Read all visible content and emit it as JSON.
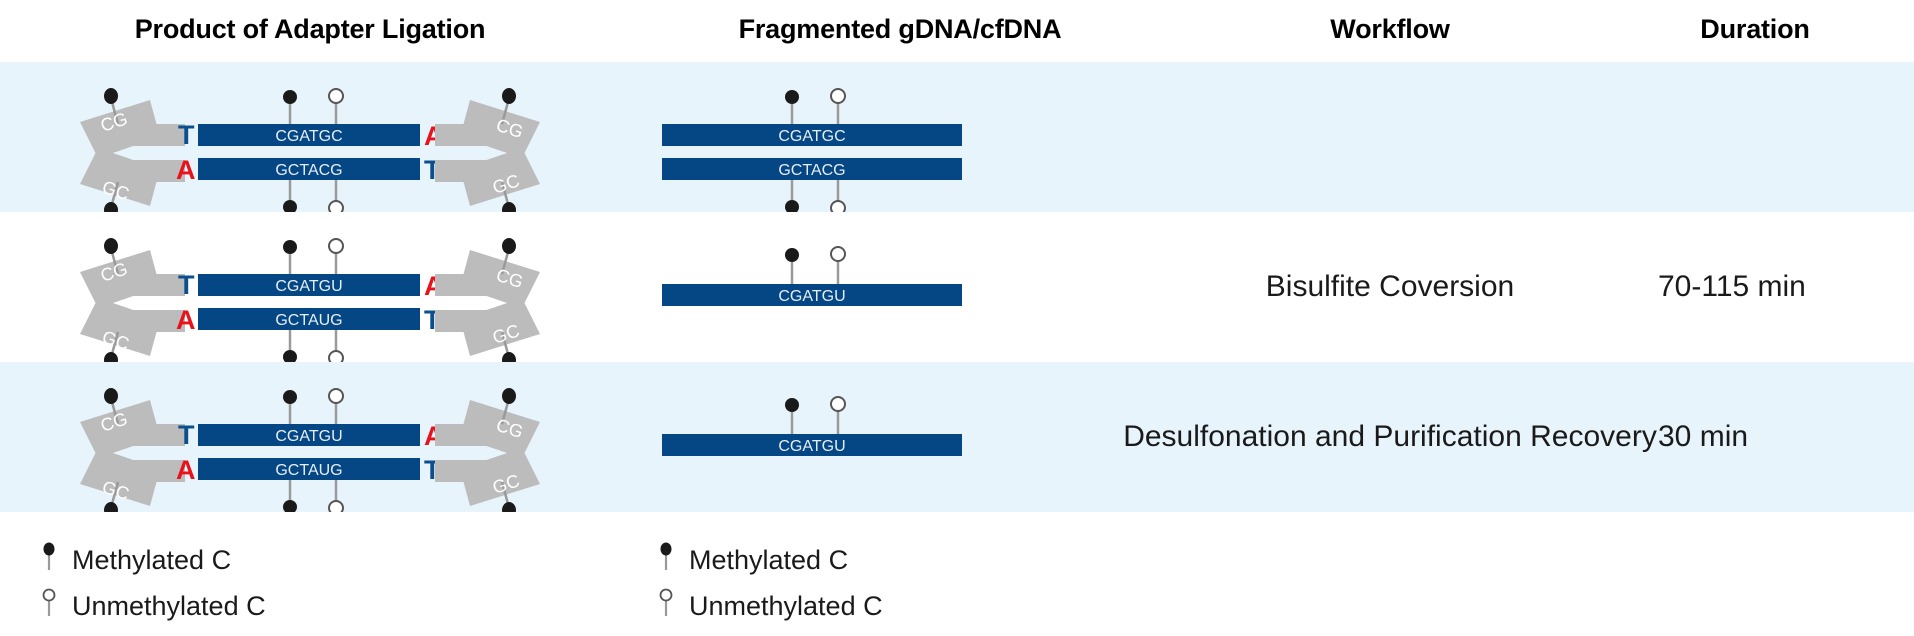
{
  "figure": {
    "title_row": {
      "columns": [
        {
          "key": "product",
          "label": "Product of Adapter Ligation"
        },
        {
          "key": "fragment",
          "label": "Fragmented gDNA/cfDNA"
        },
        {
          "key": "workflow",
          "label": "Workflow"
        },
        {
          "key": "duration",
          "label": "Duration"
        }
      ]
    },
    "colors": {
      "dna_blue": "#0b4f8f",
      "dna_blue_dark": "#054785",
      "adapter_grey": "#bcbcbc",
      "base_red": "#e8131a",
      "base_blue": "#0b4f8f",
      "row_shaded": "#e8f4fb",
      "row_plain": "#ffffff",
      "methyl_fill": "#1a1a1a",
      "unmethyl_fill": "#ffffff",
      "stem_grey": "#9a9a9a",
      "text_dark": "#1a1a1a"
    },
    "rows": [
      {
        "id": "row-1",
        "shaded": true,
        "construct": {
          "top_strand": {
            "left_base": "T",
            "left_base_color": "blue",
            "sequence": "CGATGC",
            "right_base": "A",
            "right_base_color": "red",
            "left_adapter": "CG",
            "right_adapter": "CG"
          },
          "bottom_strand": {
            "left_base": "A",
            "left_base_color": "red",
            "sequence": "GCTACG",
            "right_base": "T",
            "right_base_color": "blue",
            "left_adapter": "GC",
            "right_adapter": "GC"
          }
        },
        "fragment": {
          "top_sequence": "CGATGC",
          "bottom_sequence": "GCTACG",
          "show_bottom": true
        },
        "workflow": "",
        "duration": ""
      },
      {
        "id": "row-2",
        "shaded": false,
        "construct": {
          "top_strand": {
            "left_base": "T",
            "left_base_color": "blue",
            "sequence": "CGATGU",
            "right_base": "A",
            "right_base_color": "red",
            "left_adapter": "CG",
            "right_adapter": "CG"
          },
          "bottom_strand": {
            "left_base": "A",
            "left_base_color": "red",
            "sequence": "GCTAUG",
            "right_base": "T",
            "right_base_color": "blue",
            "left_adapter": "GC",
            "right_adapter": "GC"
          }
        },
        "fragment": {
          "top_sequence": "CGATGU",
          "bottom_sequence": "",
          "show_bottom": false
        },
        "workflow": "Bisulfite Coversion",
        "duration": "70-115 min"
      },
      {
        "id": "row-3",
        "shaded": true,
        "construct": {
          "top_strand": {
            "left_base": "T",
            "left_base_color": "blue",
            "sequence": "CGATGU",
            "right_base": "A",
            "right_base_color": "red",
            "left_adapter": "CG",
            "right_adapter": "CG"
          },
          "bottom_strand": {
            "left_base": "A",
            "left_base_color": "red",
            "sequence": "GCTAUG",
            "right_base": "T",
            "right_base_color": "blue",
            "left_adapter": "GC",
            "right_adapter": "GC"
          }
        },
        "fragment": {
          "top_sequence": "CGATGU",
          "bottom_sequence": "",
          "show_bottom": false
        },
        "workflow": "Desulfonation and Purification Recovery",
        "duration": "30 min"
      }
    ],
    "legend": {
      "groups": [
        {
          "id": "legend-left",
          "items": [
            {
              "icon": "methylated-c-icon",
              "label": "Methylated C"
            },
            {
              "icon": "unmethylated-c-icon",
              "label": "Unmethylated C"
            }
          ]
        },
        {
          "id": "legend-right",
          "items": [
            {
              "icon": "methylated-c-icon",
              "label": "Methylated C"
            },
            {
              "icon": "unmethylated-c-icon",
              "label": "Unmethylated C"
            }
          ]
        }
      ]
    }
  }
}
